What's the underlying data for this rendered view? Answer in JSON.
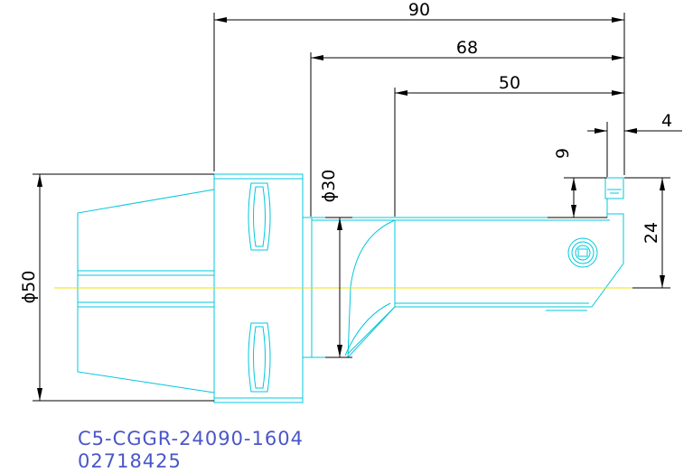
{
  "dimensions": {
    "overall_length": "90",
    "length_68": "68",
    "length_50": "50",
    "offset_4": "4",
    "height_9": "9",
    "height_24": "24",
    "diameter_30": "ϕ30",
    "diameter_50": "ϕ50"
  },
  "labels": {
    "part_number": "C5-CGGR-24090-1604",
    "order_code": "02718425"
  },
  "colors": {
    "outline": "#00c8dc",
    "centerline": "#f0e000",
    "dimension": "#000000",
    "label": "#4a56c8"
  }
}
